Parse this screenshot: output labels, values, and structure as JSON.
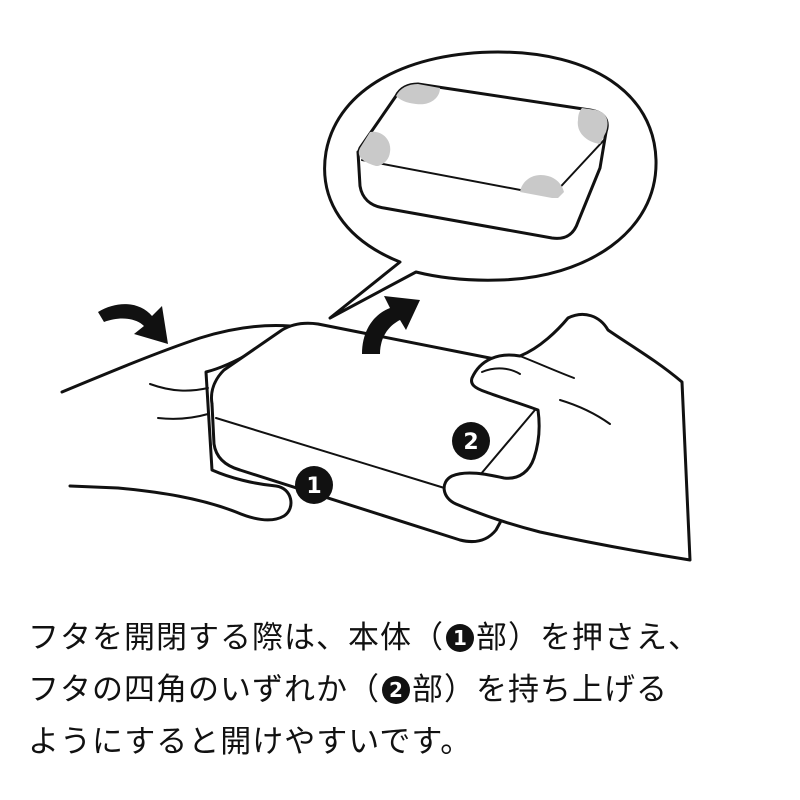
{
  "diagram": {
    "markers": [
      {
        "id": "1",
        "label": "1"
      },
      {
        "id": "2",
        "label": "2"
      }
    ],
    "colors": {
      "ink": "#111111",
      "paper": "#ffffff",
      "highlight": "#c9c9c9"
    },
    "icons": [
      "push-arrow-icon",
      "lift-arrow-icon",
      "callout-bubble"
    ]
  },
  "caption": {
    "line1_a": "フタを開閉する際は、本体（",
    "line1_badge": "1",
    "line1_b": "部）を押さえ、",
    "line2_a": "フタの四角のいずれか（",
    "line2_badge": "2",
    "line2_b": "部）を持ち上げる",
    "line3": "ようにすると開けやすいです。"
  }
}
